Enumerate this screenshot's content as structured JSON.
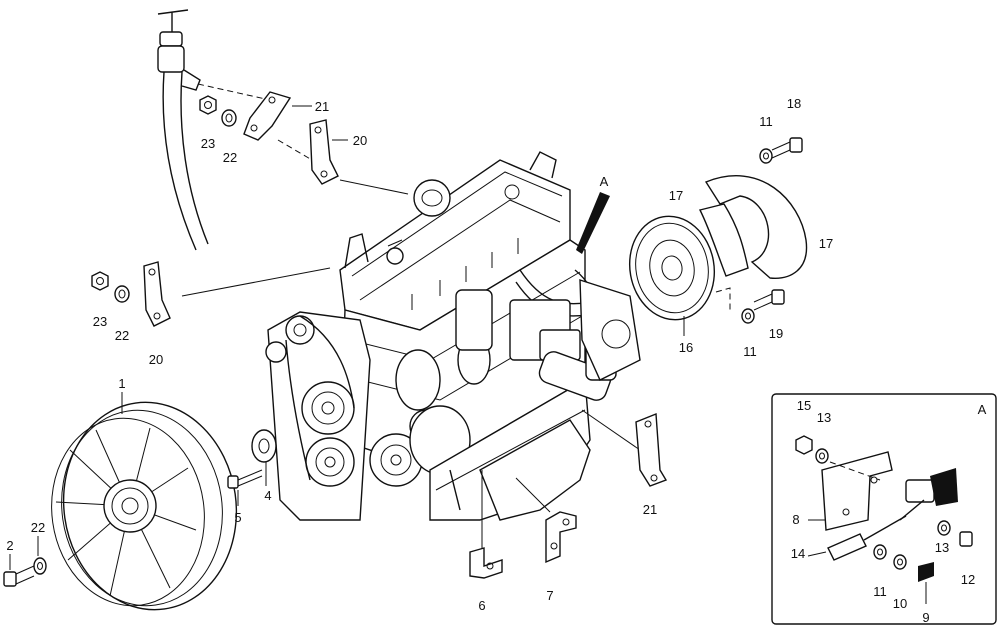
{
  "diagram": {
    "detail_label": "A",
    "callouts": {
      "c1": "1",
      "c2": "2",
      "c4": "4",
      "c5": "5",
      "c6": "6",
      "c7": "7",
      "c8": "8",
      "c9": "9",
      "c10": "10",
      "c11a": "11",
      "c11b": "11",
      "c11c": "11",
      "c12": "12",
      "c13a": "13",
      "c13b": "13",
      "c14": "14",
      "c15": "15",
      "c16": "16",
      "c17a": "17",
      "c17b": "17",
      "c18": "18",
      "c19": "19",
      "c20a": "20",
      "c20b": "20",
      "c21a": "21",
      "c21b": "21",
      "c22a": "22",
      "c22b": "22",
      "c22c": "22",
      "c23a": "23",
      "c23b": "23",
      "cA": "A"
    }
  }
}
